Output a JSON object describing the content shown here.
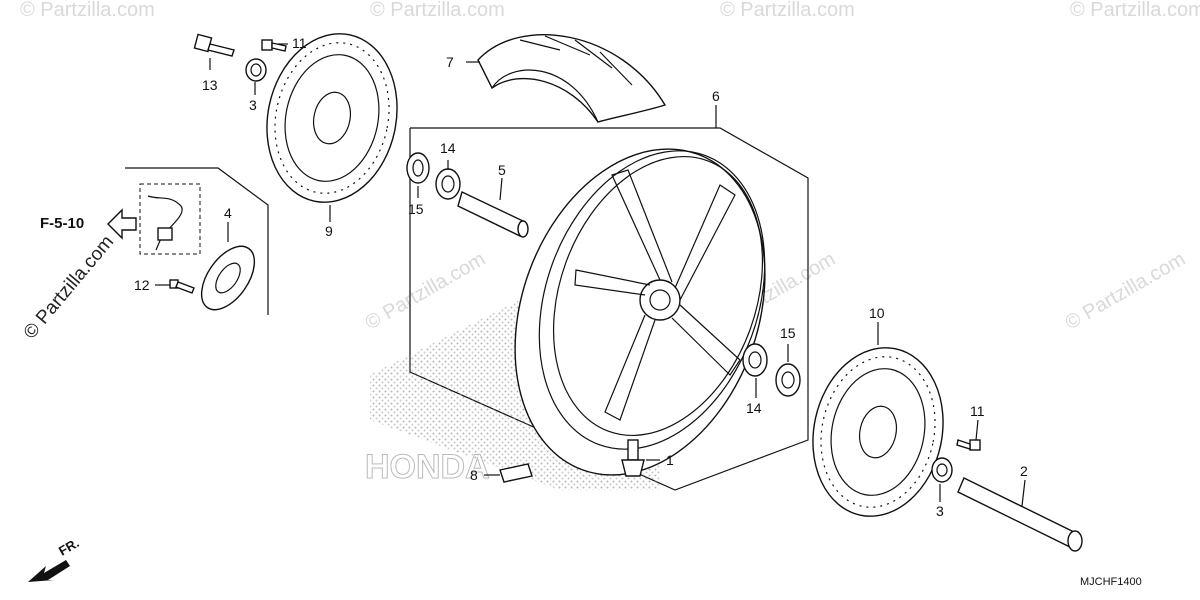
{
  "watermark": "© Partzilla.com",
  "side_watermark": "© Partzilla.com",
  "ref_link": "F-5-10",
  "direction_label": "FR.",
  "diagram_code": "MJCHF1400",
  "brand_ghost": "HONDA",
  "callouts": {
    "c1": "1",
    "c2": "2",
    "c3a": "3",
    "c3b": "3",
    "c4": "4",
    "c5": "5",
    "c6": "6",
    "c7": "7",
    "c8": "8",
    "c9": "9",
    "c10": "10",
    "c11a": "11",
    "c11b": "11",
    "c12": "12",
    "c13": "13",
    "c14a": "14",
    "c14b": "14",
    "c15a": "15",
    "c15b": "15"
  },
  "parts": {
    "p1": "valve-stem",
    "p2": "front-axle",
    "p3": "side-collar",
    "p4": "pulser-ring",
    "p5": "distance-collar",
    "p6": "front-wheel",
    "p7": "front-tire",
    "p8": "balance-weight",
    "p9": "left-brake-disc",
    "p10": "right-brake-disc",
    "p11": "disc-bolt",
    "p12": "sensor-bolt",
    "p13": "flange-bolt",
    "p14": "bearing",
    "p15": "dust-seal"
  }
}
